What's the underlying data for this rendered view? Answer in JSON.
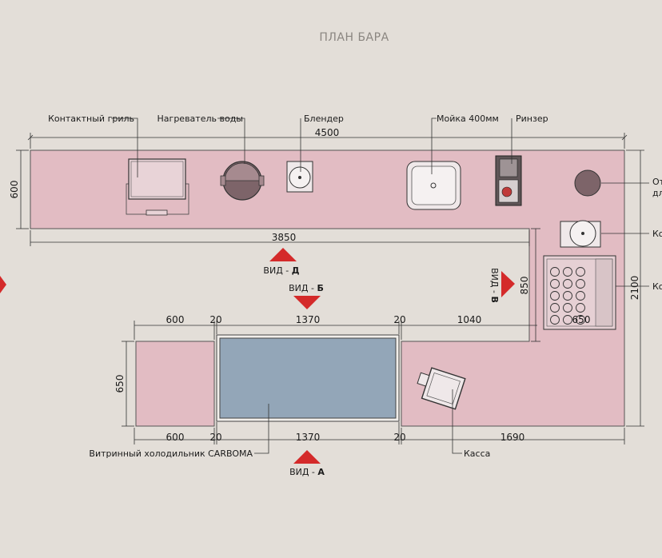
{
  "title": "ПЛАН БАРА",
  "labels": {
    "contact_grill": "Контактный гриль",
    "water_heater": "Нагреватель воды",
    "blender": "Блендер",
    "sink": "Мойка 400мм",
    "rinser": "Ринзер",
    "right_top_1": "От",
    "right_top_2": "дл",
    "right_mid": "Ко",
    "right_low": "Ко",
    "showcase_fridge": "Витринный холодильник CARBOMA",
    "cash_register": "Касса"
  },
  "dimensions": {
    "top_width": "4500",
    "top_depth": "600",
    "inner_width": "3850",
    "right_inner": "850",
    "right_total": "2100",
    "bottom_left": "600",
    "gap_left": "20",
    "fridge_width": "1370",
    "gap_right": "20",
    "bottom_right_top": "1040",
    "cube_inner": "650",
    "bottom_depth": "650",
    "bottom_left_b": "600",
    "gap_left_b": "20",
    "fridge_width_b": "1370",
    "gap_right_b": "20",
    "bottom_right_b": "1690"
  },
  "views": {
    "view_d_label": "ВИД - ",
    "view_d_letter": "Д",
    "view_b_label": "ВИД - ",
    "view_b_letter": "Б",
    "view_v_label": "ВИД - ",
    "view_v_letter": "В",
    "view_a_label": "ВИД - ",
    "view_a_letter": "А"
  },
  "colors": {
    "background": "#e3ded8",
    "counter": "#e2bcc3",
    "fridge": "#93a6b8",
    "marker": "#d42a2a",
    "equipment": "#8e6f74"
  }
}
